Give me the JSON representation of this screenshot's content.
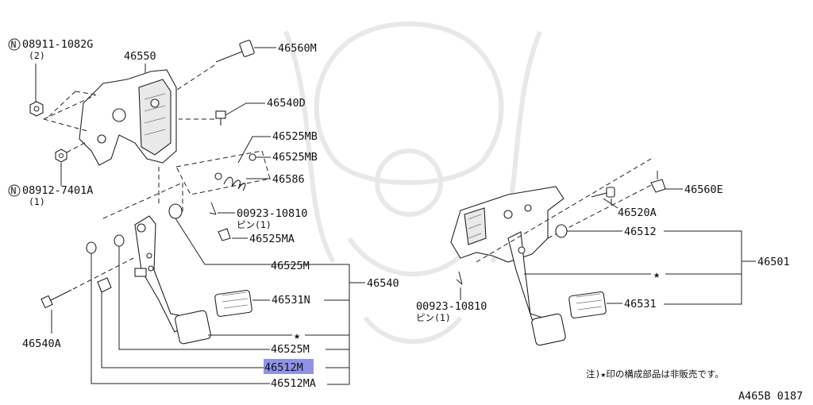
{
  "diagram": {
    "labels": {
      "p08911": "08911-1082G",
      "p08911_qty": "(2)",
      "p46550": "46550",
      "p46560M": "46560M",
      "p46540D": "46540D",
      "p46525MB_1": "46525MB",
      "p46525MB_2": "46525MB",
      "p46586": "46586",
      "p08912": "08912-7401A",
      "p08912_qty": "(1)",
      "p00923_a": "00923-10810",
      "p00923_a_sub": "ピン(1)",
      "p46525MA": "46525MA",
      "p46525M_1": "46525M",
      "p46540": "46540",
      "p46531N": "46531N",
      "star_1": "★",
      "p46540A": "46540A",
      "p46525M_2": "46525M",
      "p46512M": "46512M",
      "p46512MA": "46512MA",
      "p46560E": "46560E",
      "p46520A": "46520A",
      "p46512": "46512",
      "p46501": "46501",
      "star_2": "★",
      "p00923_b": "00923-10810",
      "p00923_b_sub": "ピン(1)",
      "p46531": "46531",
      "n_mark": "N"
    },
    "note": "注)★印の構成部品は非販売です。",
    "figure_code": "A465B 0187",
    "highlight_color": "#8f93e8"
  }
}
